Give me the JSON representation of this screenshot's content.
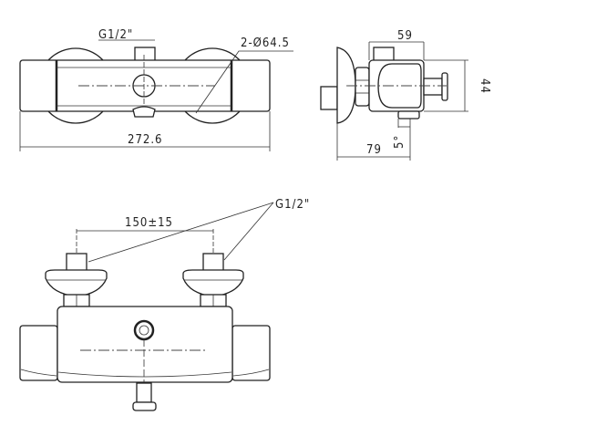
{
  "labels": {
    "top_thread": "G1/2\"",
    "diameter": "2-Ø64.5",
    "total_length": "272.6",
    "depth_top": "59",
    "height": "44",
    "depth_total": "79",
    "angle": "5°",
    "inlet_spacing": "150±15",
    "inlet_thread": "G1/2\""
  }
}
